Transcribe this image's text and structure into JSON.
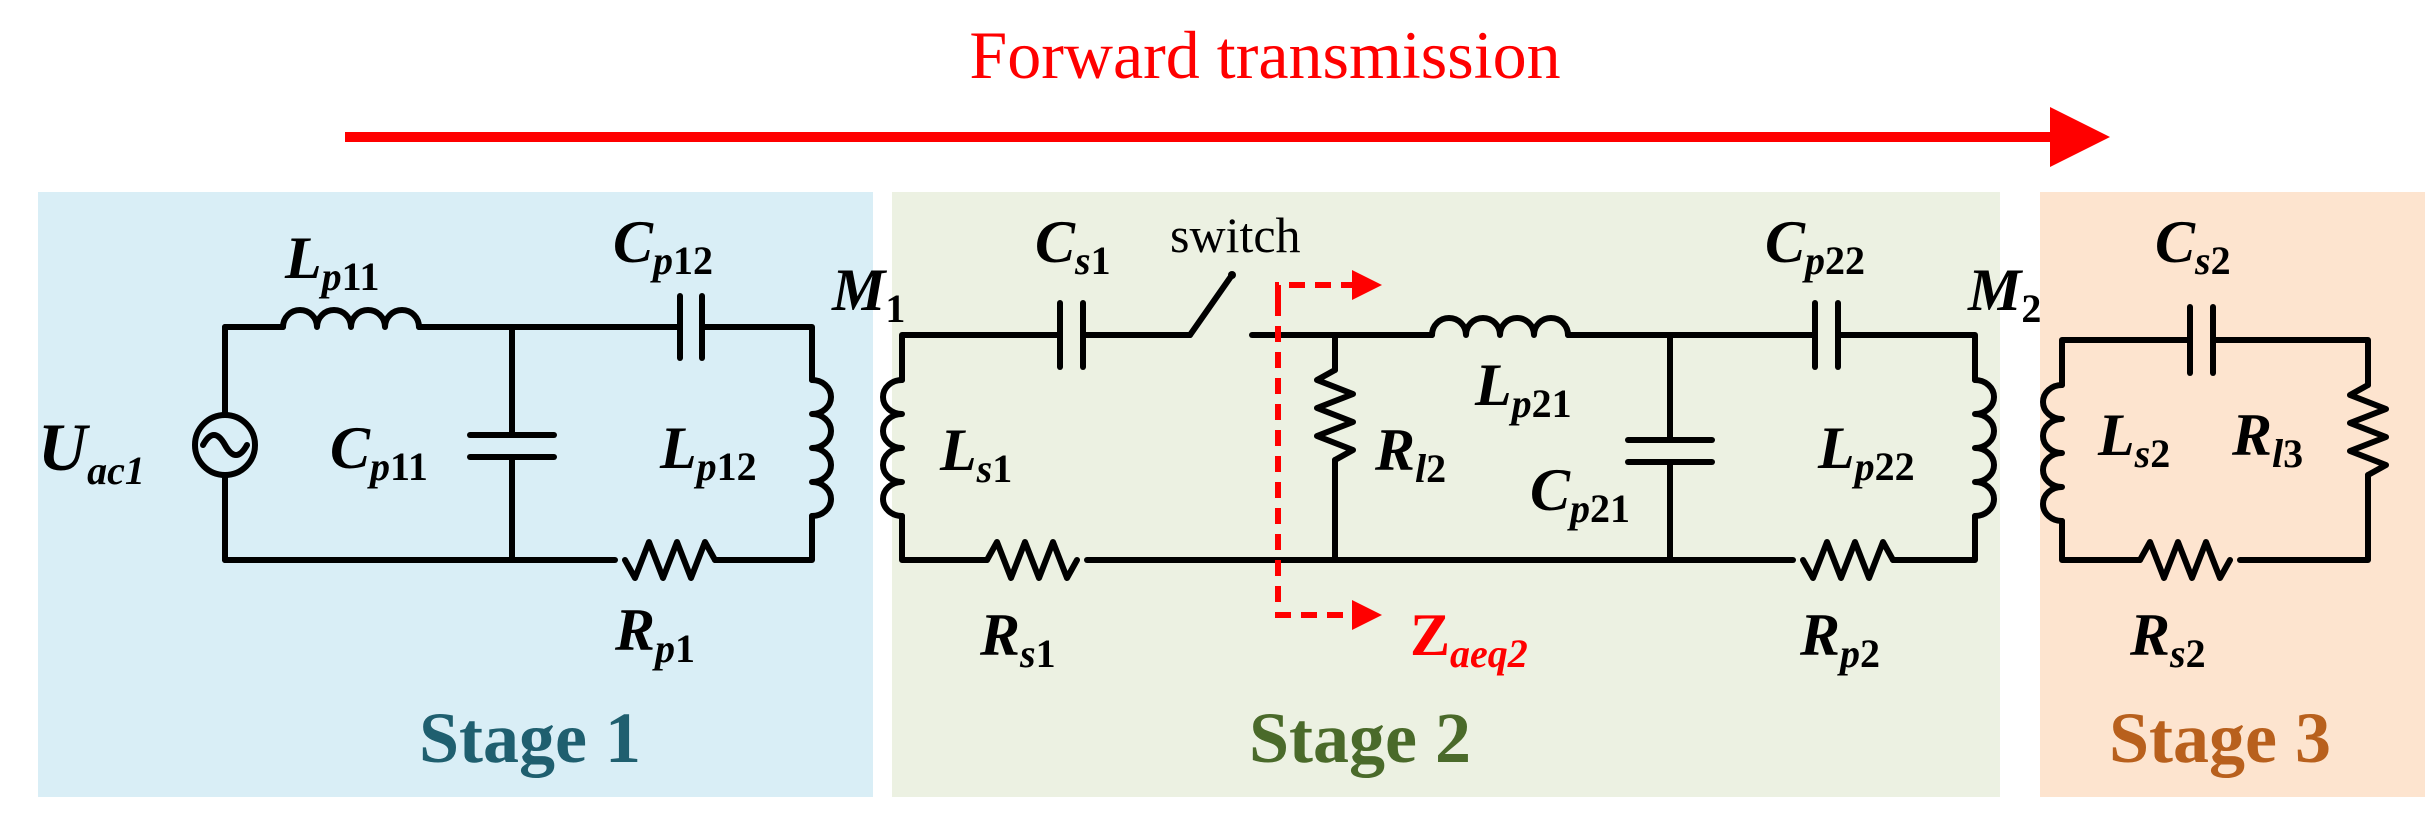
{
  "title": "Forward transmission",
  "colors": {
    "title": "#ff0000",
    "arrow": "#ff0000",
    "stage1_bg": "#d9eef6",
    "stage2_bg": "#ecf1e2",
    "stage3_bg": "#fde4cf",
    "stage1_text": "#1f5f6f",
    "stage2_text": "#4a6a2a",
    "stage3_text": "#b8601d",
    "zaeq2": "#ff0000"
  },
  "stages": [
    {
      "label": "Stage 1"
    },
    {
      "label": "Stage 2"
    },
    {
      "label": "Stage 3"
    }
  ],
  "source": {
    "main": "U",
    "sub": "ac1",
    "icon": "ac-source-icon"
  },
  "components": {
    "Lp11": {
      "main": "L",
      "sub_i": "p",
      "sub": "11"
    },
    "Cp12": {
      "main": "C",
      "sub_i": "p",
      "sub": "12"
    },
    "Cp11": {
      "main": "C",
      "sub_i": "p",
      "sub": "11"
    },
    "Lp12": {
      "main": "L",
      "sub_i": "p",
      "sub": "12"
    },
    "Rp1": {
      "main": "R",
      "sub_i": "p",
      "sub": "1"
    },
    "M1": {
      "main": "M",
      "sub": "1"
    },
    "Cs1": {
      "main": "C",
      "sub_i": "s",
      "sub": "1"
    },
    "switch": {
      "label": "switch"
    },
    "Ls1": {
      "main": "L",
      "sub_i": "s",
      "sub": "1"
    },
    "Rs1": {
      "main": "R",
      "sub_i": "s",
      "sub": "1"
    },
    "Rl2": {
      "main": "R",
      "sub_i": "l",
      "sub": "2"
    },
    "Lp21": {
      "main": "L",
      "sub_i": "p",
      "sub": "21"
    },
    "Cp21": {
      "main": "C",
      "sub_i": "p",
      "sub": "21"
    },
    "Cp22": {
      "main": "C",
      "sub_i": "p",
      "sub": "22"
    },
    "Lp22": {
      "main": "L",
      "sub_i": "p",
      "sub": "22"
    },
    "Rp2": {
      "main": "R",
      "sub_i": "p",
      "sub": "2"
    },
    "M2": {
      "main": "M",
      "sub": "2"
    },
    "Cs2": {
      "main": "C",
      "sub_i": "s",
      "sub": "2"
    },
    "Ls2": {
      "main": "L",
      "sub_i": "s",
      "sub": "2"
    },
    "Rl3": {
      "main": "R",
      "sub_i": "l",
      "sub": "3"
    },
    "Rs2": {
      "main": "R",
      "sub_i": "s",
      "sub": "2"
    }
  },
  "zaeq2": {
    "main": "Z",
    "sub": "aeq2"
  }
}
